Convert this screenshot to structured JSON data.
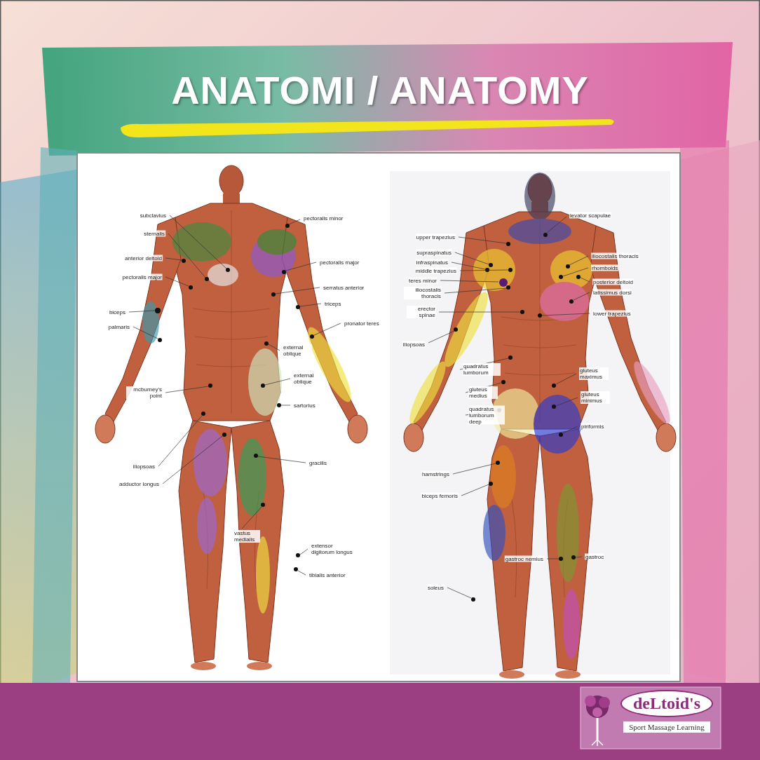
{
  "diagram": {
    "title": "ANATOMI / ANATOMY",
    "nodes": [
      {
        "text": [
          "deLtoid's",
          "Sport Massage Learning"
        ]
      }
    ],
    "labels": [
      "subclavius",
      "sternalis",
      "anterior deltoid",
      "pectoralis major",
      "biceps",
      "palmaris",
      "pectoralis minor",
      "pectoralis major",
      "serratus anterior",
      "triceps",
      "pronator teres",
      "external oblique",
      "external oblique",
      "sartorius",
      "mcburney's point",
      "iliopsoas",
      "adductor longus",
      "gracilis",
      "vastus medialis",
      "extensor digitorum longus",
      "tibialis anterior",
      "upper trapezius",
      "supraspinatus",
      "infraspinatus",
      "middle trapezius",
      "teres minor",
      "iliocostalis thoracis",
      "erector spinae",
      "iliopsoas",
      "quadratus lumborum",
      "gluteus medius",
      "quadratus lumborum deep",
      "hamstrings",
      "biceps femoris",
      "soleus",
      "levator scapulae",
      "iliocostalis thoracis",
      "rhomboids",
      "posterior deltoid",
      "latissimus dorsi",
      "lower trapezius",
      "gluteus maximus",
      "gluteus minimus",
      "piriformis",
      "gastroc nemius",
      "gastroc"
    ]
  }
}
